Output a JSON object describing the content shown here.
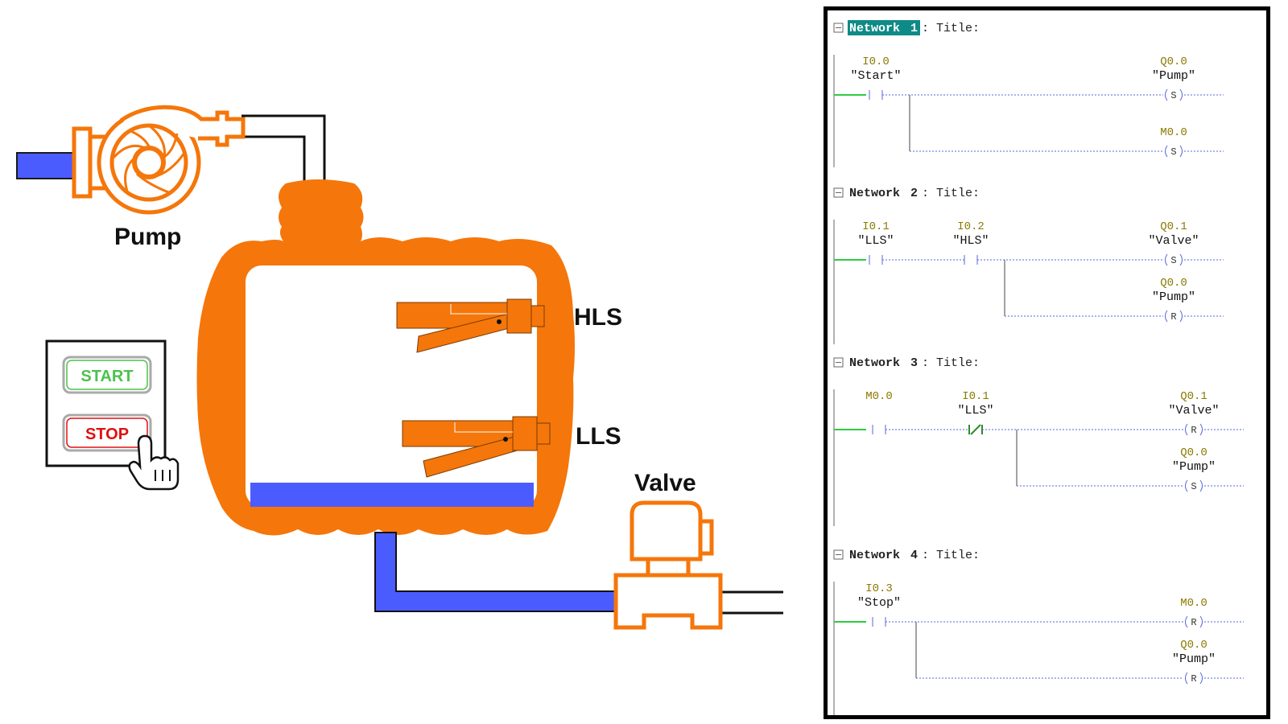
{
  "process": {
    "pump_label": "Pump",
    "hls_label": "HLS",
    "lls_label": "LLS",
    "valve_label": "Valve",
    "start_button": "START",
    "stop_button": "STOP",
    "liquid_level": 0.1
  },
  "colors": {
    "orange": "#f5760a",
    "water": "#4b5cff",
    "start_green": "#4cc24c",
    "stop_red": "#e01010",
    "rail_green": "#2ecc40",
    "wire_blue": "#5566dd",
    "address_olive": "#8a7a00",
    "highlight_teal": "#0f8a87"
  },
  "ladder": {
    "networks": [
      {
        "header_label": "Network",
        "number": "1",
        "title": ": Title:",
        "inputs": [
          {
            "addr": "I0.0",
            "name": "\"Start\"",
            "type": "NO"
          }
        ],
        "outputs": [
          {
            "addr": "Q0.0",
            "name": "\"Pump\"",
            "coil": "S"
          },
          {
            "addr": "M0.0",
            "name": "",
            "coil": "S"
          }
        ]
      },
      {
        "header_label": "Network",
        "number": "2",
        "title": ": Title:",
        "inputs": [
          {
            "addr": "I0.1",
            "name": "\"LLS\"",
            "type": "NO"
          },
          {
            "addr": "I0.2",
            "name": "\"HLS\"",
            "type": "NO"
          }
        ],
        "outputs": [
          {
            "addr": "Q0.1",
            "name": "\"Valve\"",
            "coil": "S"
          },
          {
            "addr": "Q0.0",
            "name": "\"Pump\"",
            "coil": "R"
          }
        ]
      },
      {
        "header_label": "Network",
        "number": "3",
        "title": ": Title:",
        "inputs": [
          {
            "addr": "M0.0",
            "name": "",
            "type": "NO"
          },
          {
            "addr": "I0.1",
            "name": "\"LLS\"",
            "type": "NC"
          }
        ],
        "outputs": [
          {
            "addr": "Q0.1",
            "name": "\"Valve\"",
            "coil": "R"
          },
          {
            "addr": "Q0.0",
            "name": "\"Pump\"",
            "coil": "S"
          }
        ]
      },
      {
        "header_label": "Network",
        "number": "4",
        "title": ": Title:",
        "inputs": [
          {
            "addr": "I0.3",
            "name": "\"Stop\"",
            "type": "NO"
          }
        ],
        "outputs": [
          {
            "addr": "M0.0",
            "name": "",
            "coil": "R"
          },
          {
            "addr": "Q0.0",
            "name": "\"Pump\"",
            "coil": "R"
          }
        ]
      }
    ]
  }
}
